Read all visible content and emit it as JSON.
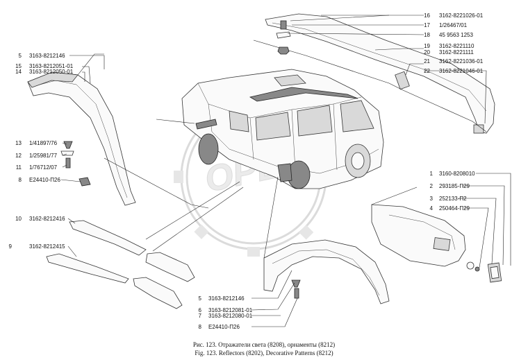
{
  "callouts": [
    {
      "num": "16",
      "code": "3162-8221026-01"
    },
    {
      "num": "17",
      "code": "1/26467/01"
    },
    {
      "num": "18",
      "code": "45  9563  1253"
    },
    {
      "num": "19",
      "code": "3162-8221110"
    },
    {
      "num": "20",
      "code": "3162-8221111"
    },
    {
      "num": "21",
      "code": "3162-8221036-01"
    },
    {
      "num": "22",
      "code": "3162-8221046-01"
    },
    {
      "num": "5",
      "code": "3163-8212146"
    },
    {
      "num": "15",
      "code": "3163-8212051-01"
    },
    {
      "num": "14",
      "code": "3163-8212050-01"
    },
    {
      "num": "13",
      "code": "1/41897/76"
    },
    {
      "num": "12",
      "code": "1/25981/77"
    },
    {
      "num": "11",
      "code": "1/76712/07"
    },
    {
      "num": "8",
      "code": "E24410-П26"
    },
    {
      "num": "10",
      "code": "3162-8212416"
    },
    {
      "num": "9",
      "code": "3162-8212415"
    },
    {
      "num": "1",
      "code": "3160-8208010"
    },
    {
      "num": "2",
      "code": "293185-П29"
    },
    {
      "num": "3",
      "code": "252133-П2"
    },
    {
      "num": "4",
      "code": "250464-П29"
    },
    {
      "num": "5",
      "code": "3163-8212146"
    },
    {
      "num": "6",
      "code": "3163-8212081-01"
    },
    {
      "num": "7",
      "code": "3163-8212080-01"
    },
    {
      "num": "8",
      "code": "E24410-П26"
    }
  ],
  "caption": {
    "ru": "Рис. 123. Отражатели света (8208), орнаменты (8212)",
    "en": "Fig. 123. Reflectors (8202), Decorative Patterns (8212)"
  },
  "watermark": "OPEX"
}
